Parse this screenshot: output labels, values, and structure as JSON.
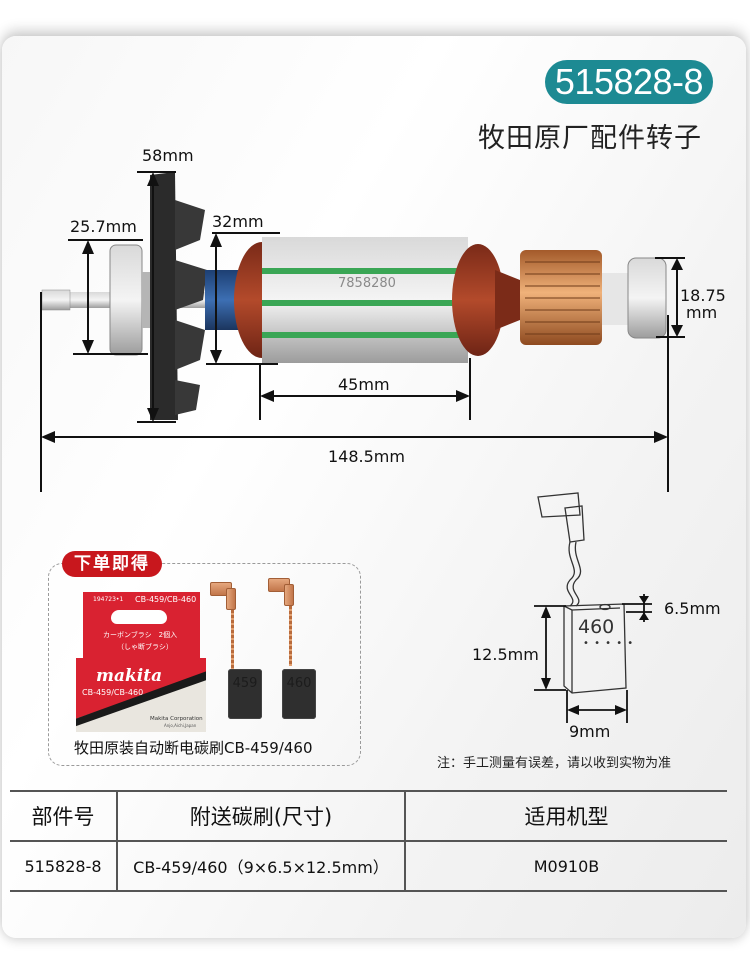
{
  "header": {
    "part_number": "515828-8",
    "subtitle": "牧田原厂配件转子",
    "badge_color": "#1d8a93"
  },
  "rotor_diagram": {
    "dimensions": {
      "fan_diameter": "58mm",
      "front_bearing_diameter": "25.7mm",
      "core_diameter": "32mm",
      "core_length": "45mm",
      "rear_bearing_diameter_line1": "18.75",
      "rear_bearing_diameter_line2": "mm",
      "total_length": "148.5mm"
    },
    "core_stamp": "7858280"
  },
  "bonus": {
    "tag": "下单即得",
    "tag_color": "#c8171d",
    "caption": "牧田原装自动断电碳刷CB-459/460",
    "box": {
      "code": "194723•1",
      "model_top": "CB-459/CB-460",
      "jp_line1": "カーボンブラシ　2個入",
      "jp_line2": "（しゃ断ブラシ）",
      "brand": "makita",
      "model_front": "CB-459/CB-460",
      "corp": "Makita  Corporation",
      "address": "Anjo,Aichi,Japan"
    },
    "brushes": [
      {
        "label": "459"
      },
      {
        "label": "460"
      }
    ]
  },
  "brush_sketch": {
    "label": "460",
    "dots": "• • • • •",
    "thickness": "6.5mm",
    "height": "12.5mm",
    "width": "9mm"
  },
  "note": "注：手工测量有误差，请以收到实物为准",
  "spec_table": {
    "headers": [
      "部件号",
      "附送碳刷(尺寸)",
      "适用机型"
    ],
    "rows": [
      [
        "515828-8",
        "CB-459/460（9×6.5×12.5mm）",
        "M0910B"
      ]
    ]
  }
}
